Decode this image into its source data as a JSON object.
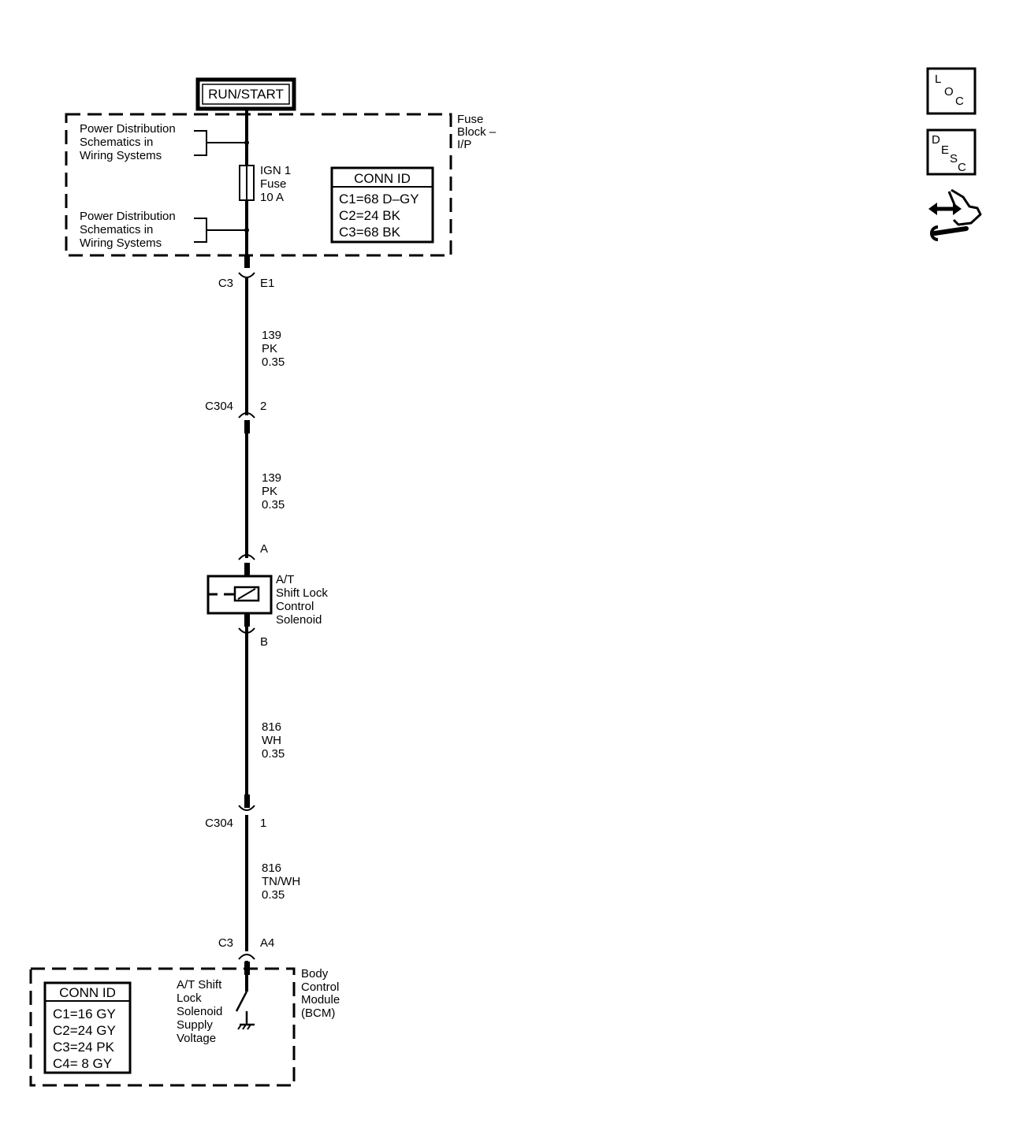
{
  "power_source": {
    "label": "RUN/START"
  },
  "fuse_block": {
    "name_lines": [
      "Fuse",
      "Block –",
      "I/P"
    ],
    "pd_ref_top": [
      "Power Distribution",
      "Schematics in",
      "Wiring Systems"
    ],
    "pd_ref_bottom": [
      "Power Distribution",
      "Schematics in",
      "Wiring Systems"
    ],
    "fuse_lines": [
      "IGN 1",
      "Fuse",
      "10 A"
    ],
    "conn_id": {
      "title": "CONN ID",
      "rows": [
        "C1=68 D–GY",
        "C2=24 BK",
        "C3=68 BK"
      ]
    }
  },
  "connectors": {
    "fb_c3": {
      "name": "C3",
      "pin": "E1"
    },
    "c304_a": {
      "name": "C304",
      "pin": "2"
    },
    "solenoid_a": {
      "pin": "A"
    },
    "solenoid_b": {
      "pin": "B"
    },
    "c304_b": {
      "name": "C304",
      "pin": "1"
    },
    "bcm_c3": {
      "name": "C3",
      "pin": "A4"
    }
  },
  "wires": [
    {
      "circuit": "139",
      "color": "PK",
      "gauge": "0.35"
    },
    {
      "circuit": "139",
      "color": "PK",
      "gauge": "0.35"
    },
    {
      "circuit": "816",
      "color": "WH",
      "gauge": "0.35"
    },
    {
      "circuit": "816",
      "color": "TN/WH",
      "gauge": "0.35"
    }
  ],
  "solenoid": {
    "lines": [
      "A/T",
      "Shift Lock",
      "Control",
      "Solenoid"
    ]
  },
  "bcm": {
    "name_lines": [
      "Body",
      "Control",
      "Module",
      "(BCM)"
    ],
    "switch_label": [
      "A/T Shift",
      "Lock",
      "Solenoid",
      "Supply",
      "Voltage"
    ],
    "conn_id": {
      "title": "CONN ID",
      "rows": [
        "C1=16 GY",
        "C2=24 GY",
        "C3=24 PK",
        "C4=  8 GY"
      ]
    }
  },
  "side_icons": [
    {
      "name": "loc-icon",
      "letters": [
        "L",
        "O",
        "C"
      ]
    },
    {
      "name": "desc-icon",
      "letters": [
        "D",
        "E",
        "S",
        "C"
      ]
    },
    {
      "name": "diagnostic-tool-icon"
    }
  ]
}
